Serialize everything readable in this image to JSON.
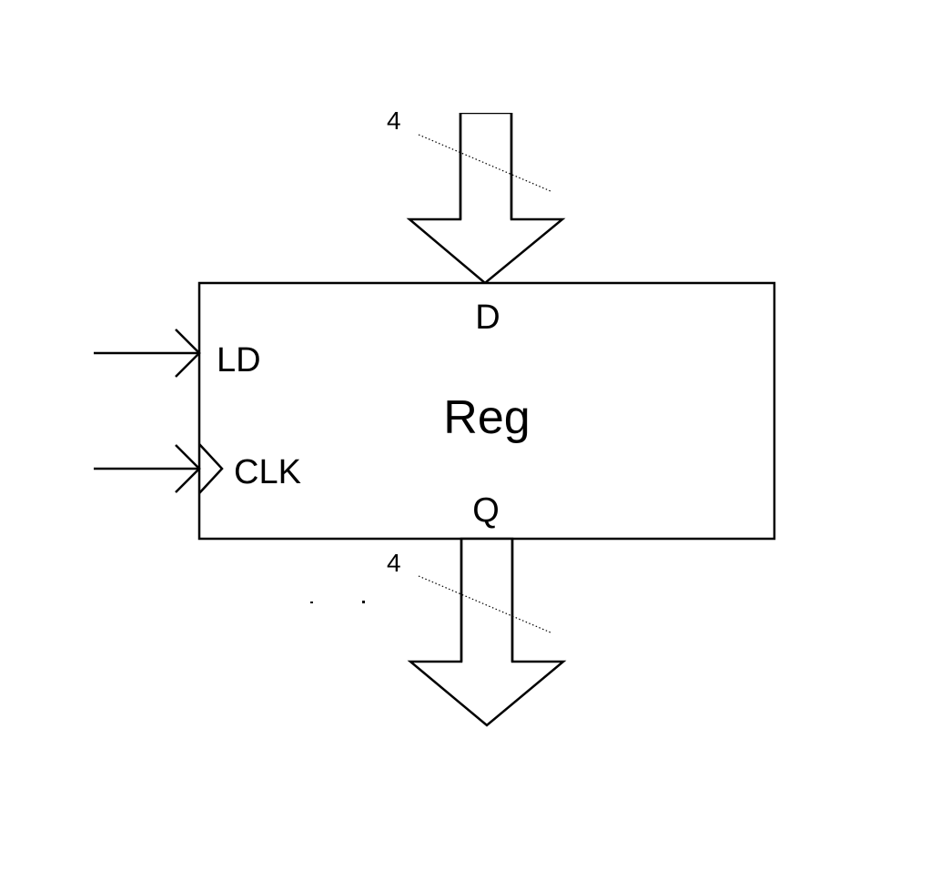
{
  "register": {
    "name": "Reg",
    "input_port": "D",
    "output_port": "Q",
    "load_signal": "LD",
    "clock_signal": "CLK"
  },
  "buses": {
    "input_width": "4",
    "output_width": "4"
  }
}
